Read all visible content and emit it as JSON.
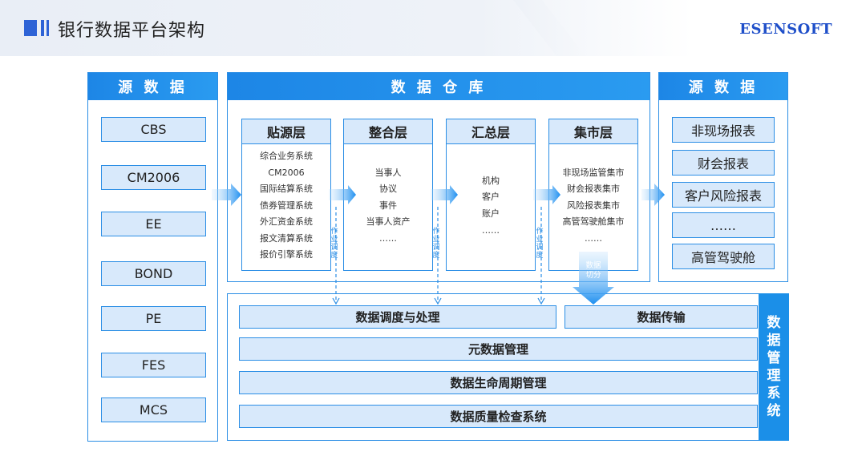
{
  "header": {
    "title": "银行数据平台架构",
    "brand": "ESENSOFT"
  },
  "left_panel": {
    "title": "源 数 据",
    "items": [
      "CBS",
      "CM2006",
      "EE",
      "BOND",
      "PE",
      "FES",
      "MCS"
    ]
  },
  "warehouse": {
    "title": "数 据 仓 库",
    "layers": [
      {
        "title": "贴源层",
        "items": [
          "综合业务系统",
          "CM2006",
          "国际结算系统",
          "债券管理系统",
          "外汇资金系统",
          "报文清算系统",
          "报价引擎系统"
        ]
      },
      {
        "title": "整合层",
        "items": [
          "当事人",
          "协议",
          "事件",
          "当事人资产",
          "……"
        ]
      },
      {
        "title": "汇总层",
        "items": [
          "机构",
          "客户",
          "账户",
          "……"
        ]
      },
      {
        "title": "集市层",
        "items": [
          "非现场监管集市",
          "财会报表集市",
          "风险报表集市",
          "高管驾驶舱集市",
          "……"
        ]
      }
    ],
    "schedule_label": "作业调度",
    "cut_label": "数据切分"
  },
  "right_panel": {
    "title": "源 数 据",
    "items": [
      "非现场报表",
      "财会报表",
      "客户风险报表",
      "……",
      "高管驾驶舱"
    ]
  },
  "management": {
    "side_label": "数据管理系统",
    "row1_left": "数据调度与处理",
    "row1_right": "数据传输",
    "row2": "元数据管理",
    "row3": "数据生命周期管理",
    "row4": "数据质量检查系统"
  },
  "colors": {
    "accent": "#2b8ee5",
    "header_blue": "#1d86e6",
    "box_fill": "#d8e9fb",
    "brand": "#1f4fc9"
  }
}
